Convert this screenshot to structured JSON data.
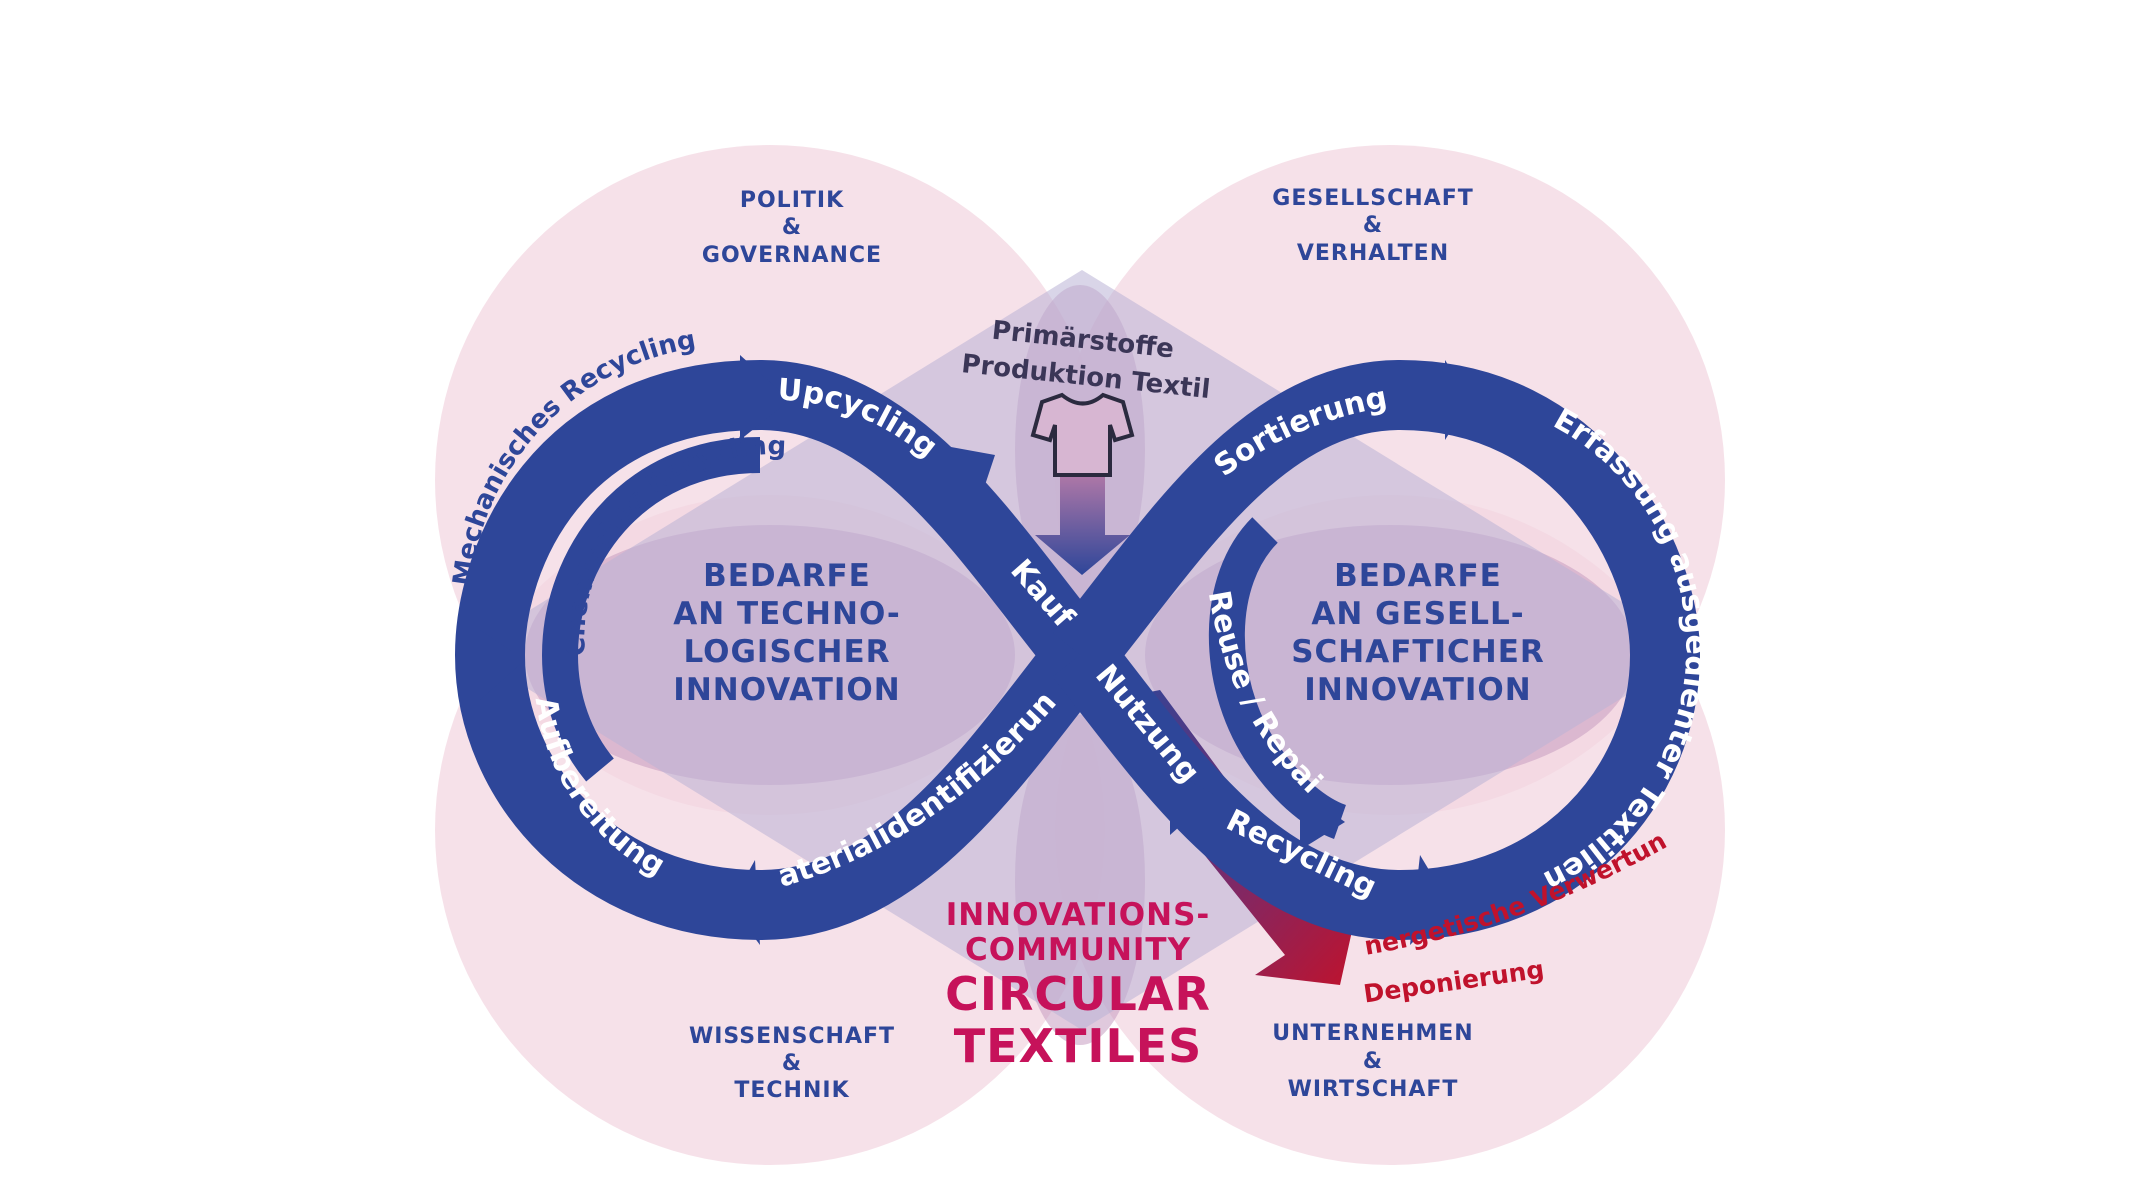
{
  "sectors": {
    "top_left": [
      "POLITIK",
      "&",
      "GOVERNANCE"
    ],
    "top_right": [
      "GESELLSCHAFT",
      "&",
      "VERHALTEN"
    ],
    "bottom_left": [
      "WISSENSCHAFT",
      "&",
      "TECHNIK"
    ],
    "bottom_right": [
      "UNTERNEHMEN",
      "&",
      "WIRTSCHAFT"
    ]
  },
  "centers": {
    "left": [
      "BEDARFE",
      "AN TECHNO-",
      "LOGISCHER",
      "INNOVATION"
    ],
    "right": [
      "BEDARFE",
      "AN GESELL-",
      "SCHAFTICHER",
      "INNOVATION"
    ]
  },
  "primary": {
    "line1": "Primärstoffe",
    "line2": "Produktion Textil",
    "icon": "tshirt-icon"
  },
  "loop_labels": {
    "upcycling": "Upcycling",
    "kauf": "Kauf",
    "nutzung": "Nutzung",
    "recycling": "Recycling",
    "erfassung": "Erfassung ausgedienter Textilien",
    "sortierung": "Sortierung",
    "reuse_repair": "Reuse / Repair",
    "materialidentifizierung": "Materialidentifizierung",
    "aufbereitung": "Aufbereitung",
    "chemisches_recycling": "Chemisches Recycling",
    "mechanisches_recycling": "Mechanisches Recycling"
  },
  "disposal": {
    "line1": "Energetische Verwertung",
    "line2": "Deponierung"
  },
  "brand": {
    "line1": "INNOVATIONS-",
    "line2": "COMMUNITY",
    "line3": "CIRCULAR",
    "line4": "TEXTILES"
  },
  "colors": {
    "loop_blue": "#2e4699",
    "circle_pink": "#f3d5e1",
    "brand_magenta": "#c6125a",
    "disposal_red": "#c0122c"
  }
}
